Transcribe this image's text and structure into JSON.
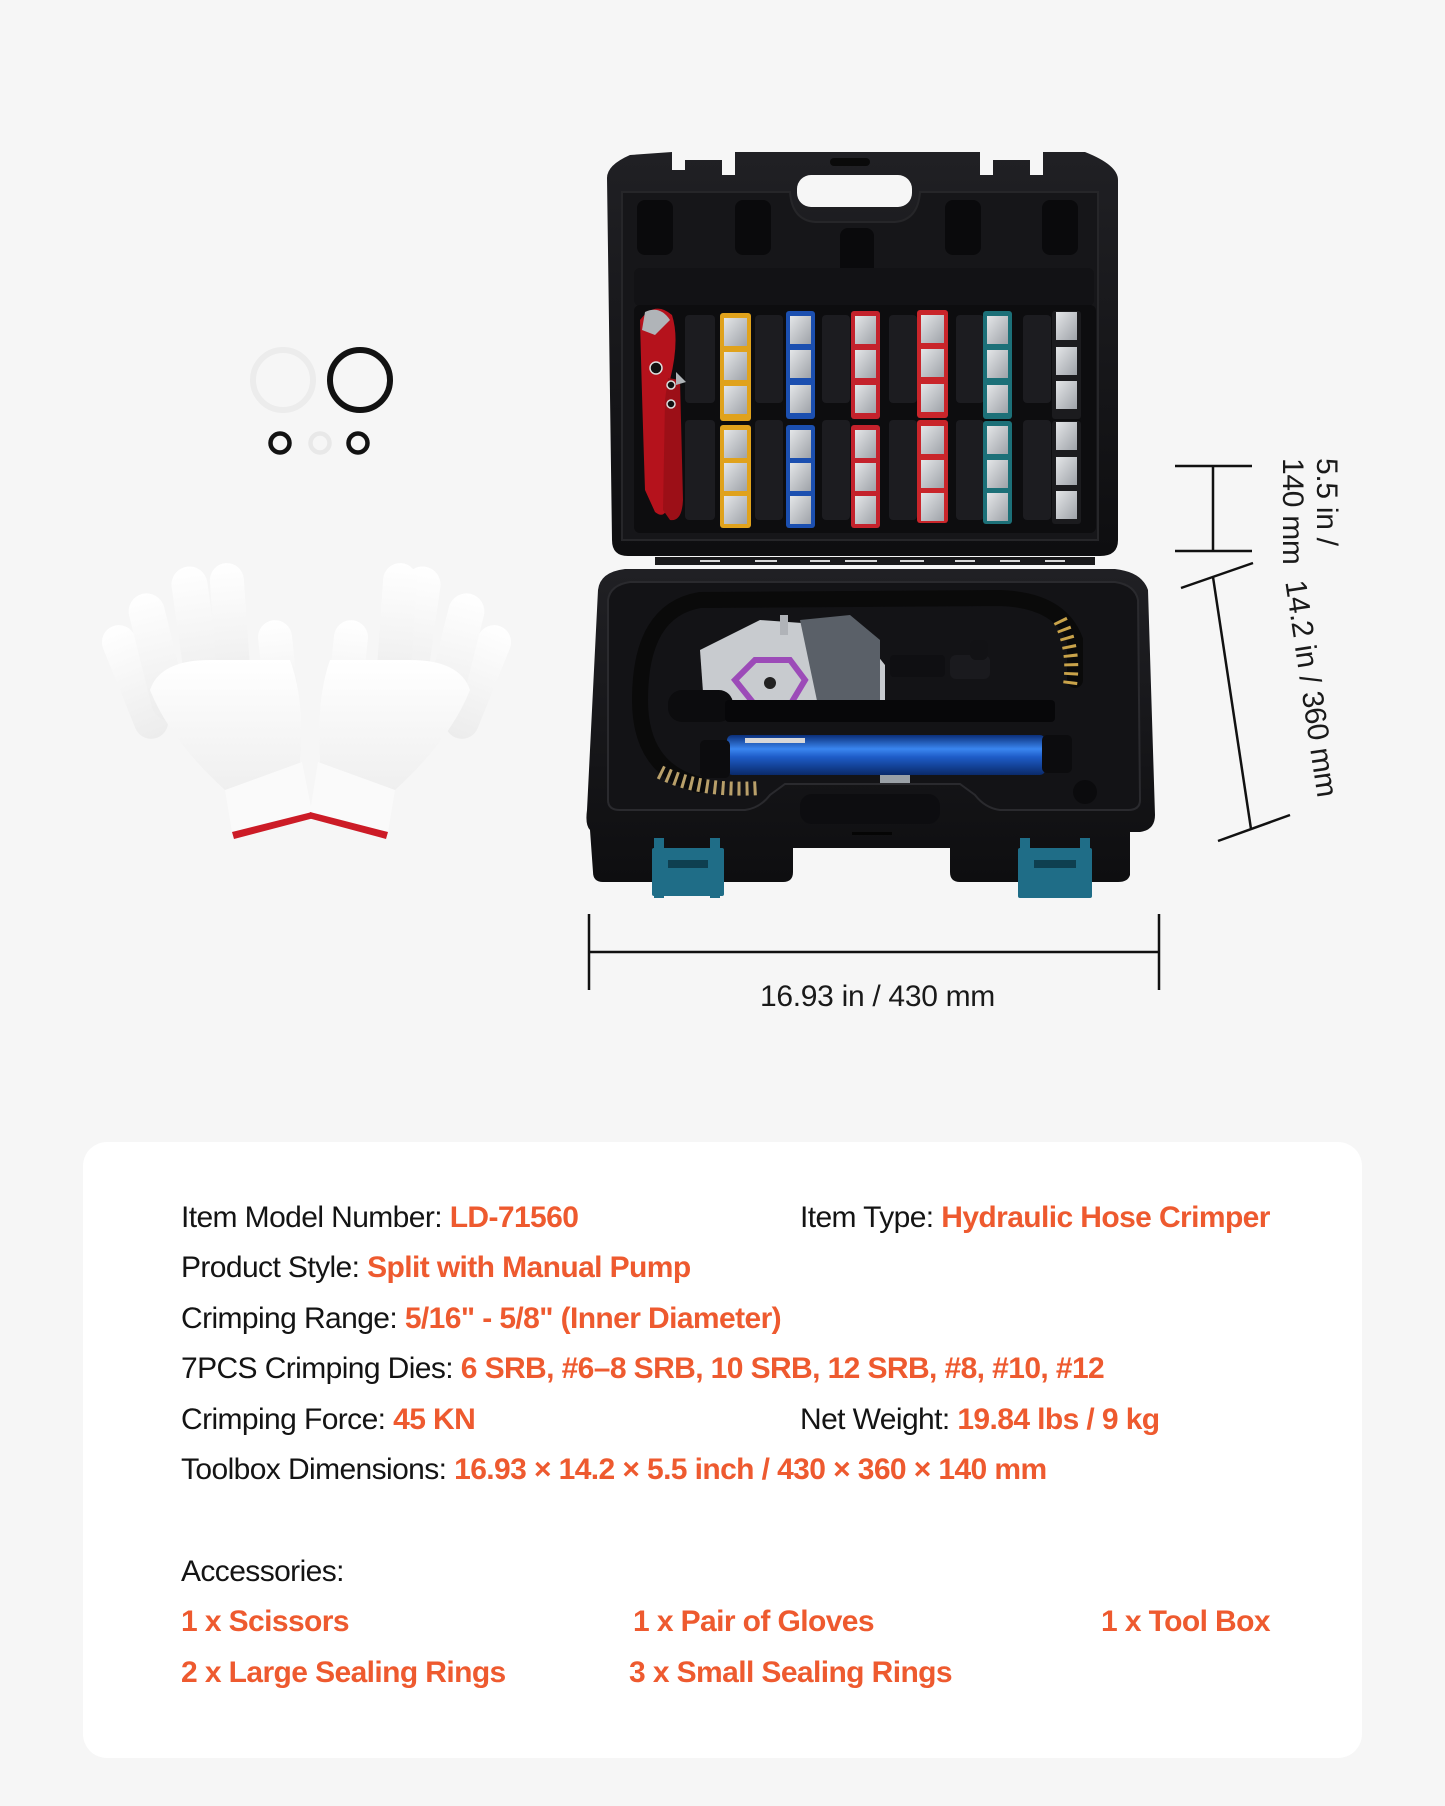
{
  "illustration": {
    "dimensions": {
      "width_label": "16.93 in / 430 mm",
      "height_label": "14.2 in / 360 mm",
      "depth_label_line1": "5.5 in /",
      "depth_label_line2": "140 mm"
    },
    "colors": {
      "background": "#f6f6f6",
      "case": "#141416",
      "latch": "#1f6d87",
      "pump_cylinder": "#1f5fc8",
      "die_colors": [
        "#e0a21c",
        "#1b4fb0",
        "#c4222c",
        "#c9252a",
        "#1c7078",
        "#1b1b1e"
      ]
    },
    "items_pictured": [
      "sealing rings",
      "gloves",
      "tool case with crimping dies",
      "pipe cutter scissors",
      "hydraulic crimper",
      "manual pump"
    ]
  },
  "specs": {
    "model": {
      "label": "Item Model Number: ",
      "value": "LD-71560"
    },
    "type": {
      "label": "Item Type: ",
      "value": "Hydraulic Hose Crimper"
    },
    "style": {
      "label": "Product Style: ",
      "value": "Split with Manual Pump"
    },
    "range": {
      "label": "Crimping Range: ",
      "value": "5/16\" - 5/8\" (Inner Diameter)"
    },
    "dies": {
      "label": "7PCS Crimping Dies: ",
      "value": "6 SRB, #6–8 SRB, 10 SRB, 12 SRB, #8, #10, #12"
    },
    "force": {
      "label": "Crimping Force: ",
      "value": "45 KN"
    },
    "weight": {
      "label": "Net Weight: ",
      "value": "19.84 lbs / 9 kg"
    },
    "dimensions": {
      "label": "Toolbox Dimensions: ",
      "value": "16.93 × 14.2 × 5.5 inch / 430 × 360 × 140 mm"
    }
  },
  "accessories": {
    "title": "Accessories:",
    "items": [
      "1 x Scissors",
      "1 x Pair of Gloves",
      "1 x Tool Box",
      "2 x Large Sealing Rings",
      "3 x Small Sealing Rings"
    ]
  },
  "accent_color": "#ee5a2f"
}
